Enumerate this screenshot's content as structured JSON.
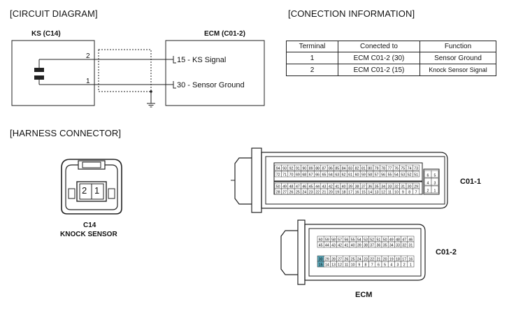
{
  "headings": {
    "circuit": "[CIRCUIT DIAGRAM]",
    "connection": "[CONECTION INFORMATION]",
    "harness": "[HARNESS CONNECTOR]"
  },
  "circuit": {
    "ks_title": "KS (C14)",
    "ecm_title": "ECM (C01-2)",
    "wire_top_num": "2",
    "wire_bot_num": "1",
    "pin_ks_signal": "15 - KS Signal",
    "pin_sensor_ground": "30 - Sensor Ground"
  },
  "connection_table": {
    "headers": [
      "Terminal",
      "Conected to",
      "Function"
    ],
    "rows": [
      [
        "1",
        "ECM C01-2 (30)",
        "Sensor Ground"
      ],
      [
        "2",
        "ECM C01-2 (15)",
        "Knock Sensor Signal"
      ]
    ]
  },
  "harness": {
    "c14_pin2": "2",
    "c14_pin1": "1",
    "c14_code": "C14",
    "c14_name": "KNOCK SENSOR",
    "c01_1_label": "C01-1",
    "c01_2_label": "C01-2",
    "ecm_label": "ECM",
    "c01_1_top_row": [
      "94",
      "93",
      "92",
      "91",
      "90",
      "89",
      "88",
      "87",
      "86",
      "85",
      "84",
      "83",
      "82",
      "81",
      "80",
      "79",
      "78",
      "77",
      "76",
      "75",
      "74",
      "73"
    ],
    "c01_1_row2": [
      "72",
      "71",
      "70",
      "69",
      "68",
      "67",
      "66",
      "65",
      "64",
      "63",
      "62",
      "61",
      "60",
      "59",
      "58",
      "57",
      "56",
      "55",
      "54",
      "53",
      "52",
      "51"
    ],
    "c01_1_row3": [
      "50",
      "49",
      "48",
      "47",
      "46",
      "45",
      "44",
      "43",
      "42",
      "41",
      "40",
      "39",
      "38",
      "37",
      "36",
      "35",
      "34",
      "33",
      "32",
      "31",
      "30",
      "29"
    ],
    "c01_1_row4": [
      "28",
      "27",
      "26",
      "25",
      "24",
      "23",
      "22",
      "21",
      "20",
      "19",
      "18",
      "17",
      "16",
      "15",
      "14",
      "13",
      "12",
      "11",
      "10",
      "9",
      "8",
      "7"
    ],
    "c01_1_side": [
      [
        "6",
        "5"
      ],
      [
        "4",
        "3"
      ],
      [
        "2",
        "1"
      ]
    ],
    "c01_2_row1": [
      "60",
      "59",
      "58",
      "57",
      "56",
      "55",
      "54",
      "53",
      "52",
      "51",
      "50",
      "49",
      "48",
      "47",
      "46"
    ],
    "c01_2_row2": [
      "45",
      "44",
      "43",
      "42",
      "41",
      "40",
      "39",
      "38",
      "37",
      "36",
      "35",
      "34",
      "33",
      "32",
      "31"
    ],
    "c01_2_row3": [
      "30",
      "29",
      "28",
      "27",
      "26",
      "25",
      "24",
      "23",
      "22",
      "21",
      "20",
      "19",
      "18",
      "17",
      "16"
    ],
    "c01_2_row4": [
      "15",
      "14",
      "13",
      "12",
      "11",
      "10",
      "9",
      "8",
      "7",
      "6",
      "5",
      "4",
      "3",
      "2",
      "1"
    ],
    "highlight_pins": [
      "30",
      "15"
    ],
    "highlight_color": "#5aa6b8"
  }
}
